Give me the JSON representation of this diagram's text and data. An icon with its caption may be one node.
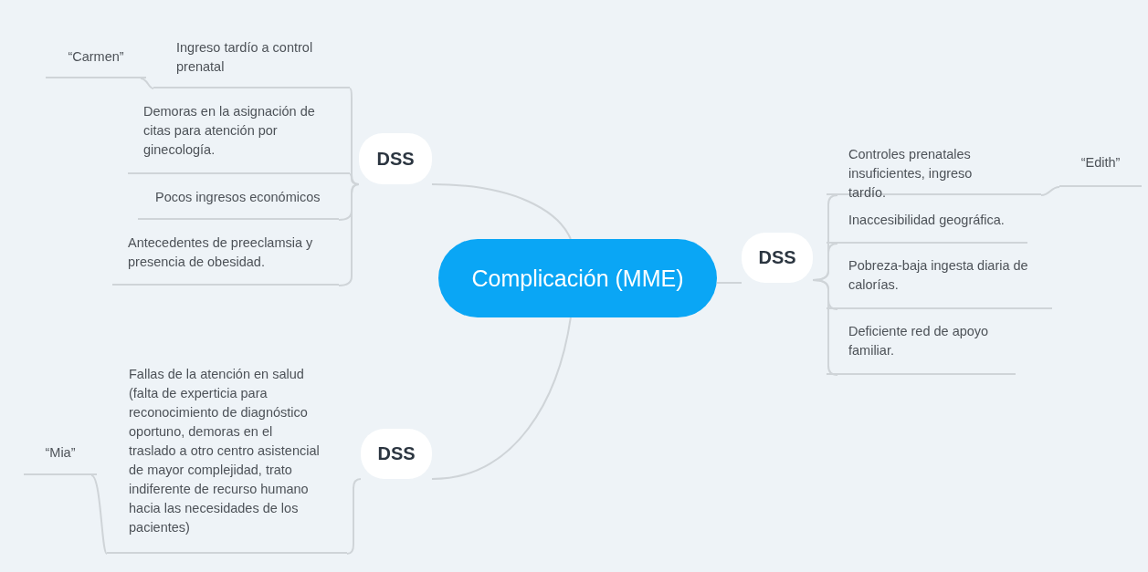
{
  "diagram": {
    "nodes": [
      {
        "text": [
          "Complicación (MME)"
        ]
      },
      {
        "text": [
          "DSS"
        ]
      },
      {
        "text": [
          "Ingreso tardío a control prenatal"
        ]
      },
      {
        "text": [
          "Demoras en la asignación de citas para atención por ginecología."
        ]
      },
      {
        "text": [
          "Pocos ingresos económicos"
        ]
      },
      {
        "text": [
          "Antecedentes de preeclamsia y presencia de obesidad."
        ]
      },
      {
        "text": [
          "“Carmen”"
        ]
      },
      {
        "text": [
          "DSS"
        ]
      },
      {
        "text": [
          "Controles prenatales insuficientes, ingreso tardío."
        ]
      },
      {
        "text": [
          "Inaccesibilidad geográfica."
        ]
      },
      {
        "text": [
          "Pobreza-baja ingesta diaria de calorías."
        ]
      },
      {
        "text": [
          "Deficiente red de apoyo familiar."
        ]
      },
      {
        "text": [
          "“Edith”"
        ]
      },
      {
        "text": [
          "DSS"
        ]
      },
      {
        "text": [
          "Fallas de la atención en salud (falta de experticia para reconocimiento de diagnóstico oportuno, demoras en el traslado a otro centro asistencial de mayor complejidad, trato indiferente de recurso humano hacia las necesidades de los pacientes)"
        ]
      },
      {
        "text": [
          "“Mia”"
        ]
      }
    ],
    "edges": [
      {
        "from": 0,
        "to": 1,
        "arrow": "none"
      },
      {
        "from": 1,
        "to": 2,
        "arrow": "none"
      },
      {
        "from": 1,
        "to": 3,
        "arrow": "none"
      },
      {
        "from": 1,
        "to": 4,
        "arrow": "none"
      },
      {
        "from": 1,
        "to": 5,
        "arrow": "none"
      },
      {
        "from": 2,
        "to": 6,
        "arrow": "none"
      },
      {
        "from": 0,
        "to": 7,
        "arrow": "none"
      },
      {
        "from": 7,
        "to": 8,
        "arrow": "none"
      },
      {
        "from": 7,
        "to": 9,
        "arrow": "none"
      },
      {
        "from": 7,
        "to": 10,
        "arrow": "none"
      },
      {
        "from": 7,
        "to": 11,
        "arrow": "none"
      },
      {
        "from": 8,
        "to": 12,
        "arrow": "none"
      },
      {
        "from": 0,
        "to": 13,
        "arrow": "none"
      },
      {
        "from": 13,
        "to": 14,
        "arrow": "none"
      },
      {
        "from": 14,
        "to": 15,
        "arrow": "none"
      }
    ]
  }
}
